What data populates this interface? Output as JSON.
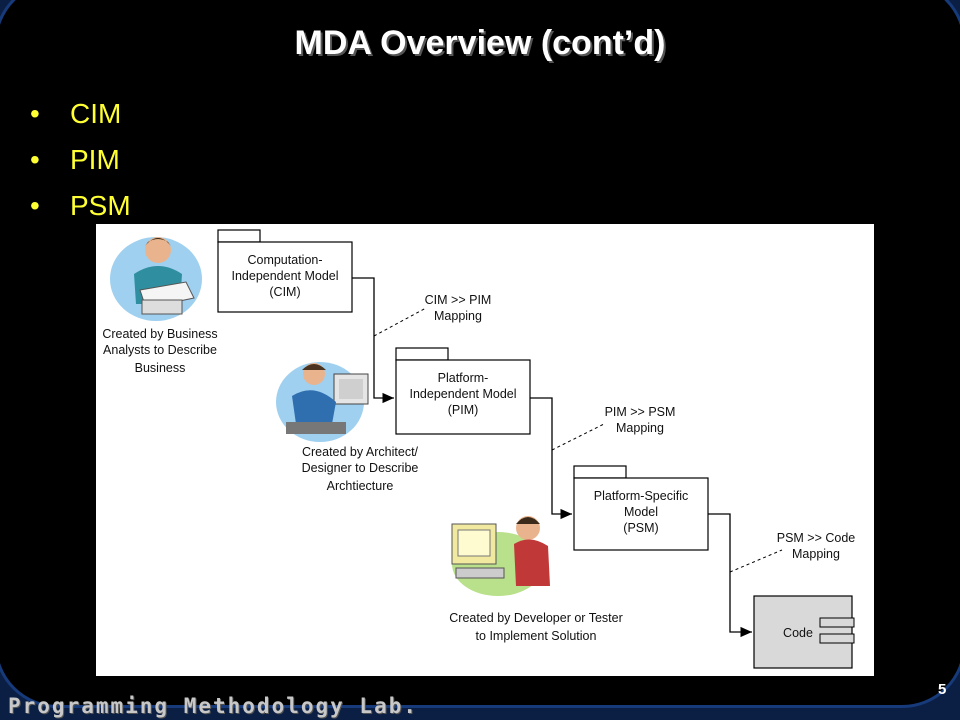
{
  "slide": {
    "title": "MDA Overview (cont’d)",
    "bullets": [
      "CIM",
      "PIM",
      "PSM"
    ],
    "footer_lab": "Programming Methodology Lab.",
    "page_number": "5"
  },
  "diagram": {
    "cim_box": [
      "Computation-",
      "Independent Model",
      "(CIM)"
    ],
    "pim_box": [
      "Platform-",
      "Independent Model",
      "(PIM)"
    ],
    "psm_box": [
      "Platform-Specific",
      "Model",
      "(PSM)"
    ],
    "code_box": "Code",
    "mapping_cim_pim": [
      "CIM >> PIM",
      "Mapping"
    ],
    "mapping_pim_psm": [
      "PIM >> PSM",
      "Mapping"
    ],
    "mapping_psm_code": [
      "PSM >> Code",
      "Mapping"
    ],
    "caption_business": [
      "Created by Business",
      "Analysts to Describe",
      "Business"
    ],
    "caption_architect": [
      "Created by Architect/",
      "Designer to Describe",
      "Archtiecture"
    ],
    "caption_developer": [
      "Created by Developer or Tester",
      "to Implement Solution"
    ]
  }
}
